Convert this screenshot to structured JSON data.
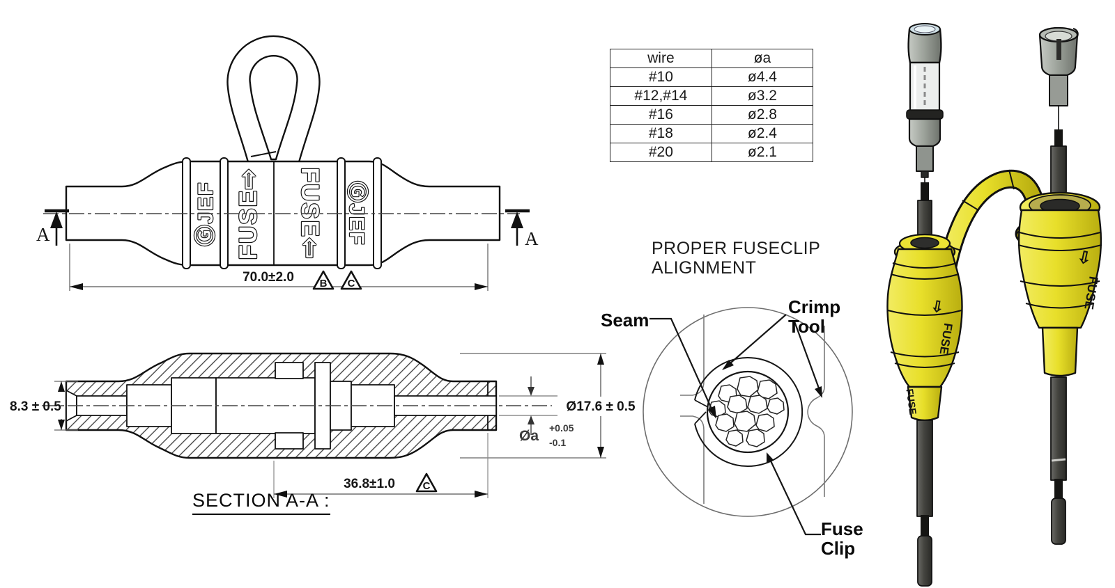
{
  "side_view": {
    "length_dim": "70.0±2.0",
    "flag_b": "B",
    "flag_c": "C",
    "section_arrow_left": "A",
    "section_arrow_right": "A",
    "brand_left": "ⒼJEF",
    "brand_right": "ⒼJEF",
    "fuse_left": "FUSE⇨",
    "fuse_right": "FUSE⇦"
  },
  "wire_table": {
    "headers": [
      "wire",
      "øa"
    ],
    "rows": [
      [
        "#10",
        "ø4.4"
      ],
      [
        "#12,#14",
        "ø3.2"
      ],
      [
        "#16",
        "ø2.8"
      ],
      [
        "#18",
        "ø2.4"
      ],
      [
        "#20",
        "ø2.1"
      ]
    ]
  },
  "section_view": {
    "title": "SECTION A-A :",
    "height_dim": "8.3 ± 0.5",
    "od_dim": "Ø17.6 ± 0.5",
    "bore_dim": "Øa",
    "bore_tol_plus": "+0.05",
    "bore_tol_minus": "-0.1",
    "width_dim": "36.8±1.0",
    "flag_c": "C"
  },
  "alignment": {
    "title_line1": "PROPER FUSECLIP",
    "title_line2": "ALIGNMENT",
    "seam_label": "Seam",
    "crimp_tool_line1": "Crimp",
    "crimp_tool_line2": "Tool",
    "fuse_clip_line1": "Fuse",
    "fuse_clip_line2": "Clip"
  },
  "iso_render": {
    "mold_fuse_mark": "FUSE",
    "mold_arrow_mark": "⇩"
  },
  "colors": {
    "holder_yellow": "#e8df2a",
    "wire_gray": "#4a4a46",
    "line_black": "#111111"
  }
}
